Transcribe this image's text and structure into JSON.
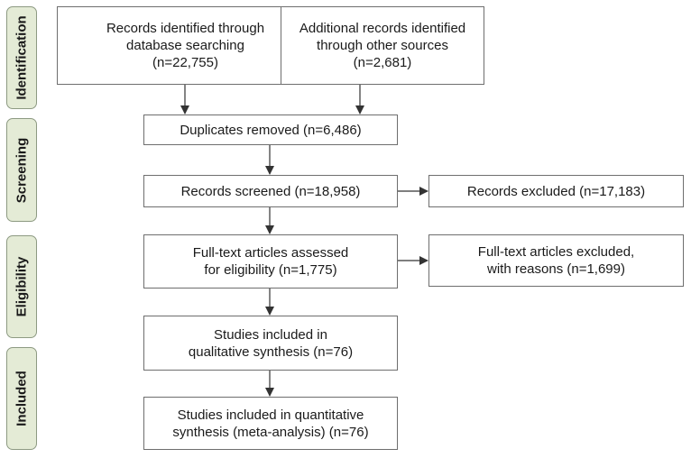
{
  "stages": {
    "identification": "Identification",
    "screening": "Screening",
    "eligibility": "Eligibility",
    "included": "Included"
  },
  "boxes": {
    "database_records": {
      "line1": "Records identified through",
      "line2": "database searching",
      "line3": "(n=22,755)"
    },
    "other_records": {
      "line1": "Additional records identified",
      "line2": "through other sources",
      "line3": "(n=2,681)"
    },
    "duplicates_removed": {
      "line1": "Duplicates removed (n=6,486)"
    },
    "records_screened": {
      "line1": "Records screened (n=18,958)"
    },
    "records_excluded": {
      "line1": "Records excluded (n=17,183)"
    },
    "fulltext_assessed": {
      "line1": "Full-text articles assessed",
      "line2": "for eligibility (n=1,775)"
    },
    "fulltext_excluded": {
      "line1": "Full-text articles excluded,",
      "line2": "with reasons (n=1,699)"
    },
    "qualitative": {
      "line1": "Studies included in",
      "line2": "qualitative synthesis (n=76)"
    },
    "quantitative": {
      "line1": "Studies included in quantitative",
      "line2": "synthesis (meta-analysis) (n=76)"
    }
  },
  "colors": {
    "stage_fill": "#e4ebd6",
    "stage_border": "#8d9a82",
    "box_border": "#6e6e6e",
    "arrow": "#333333"
  }
}
